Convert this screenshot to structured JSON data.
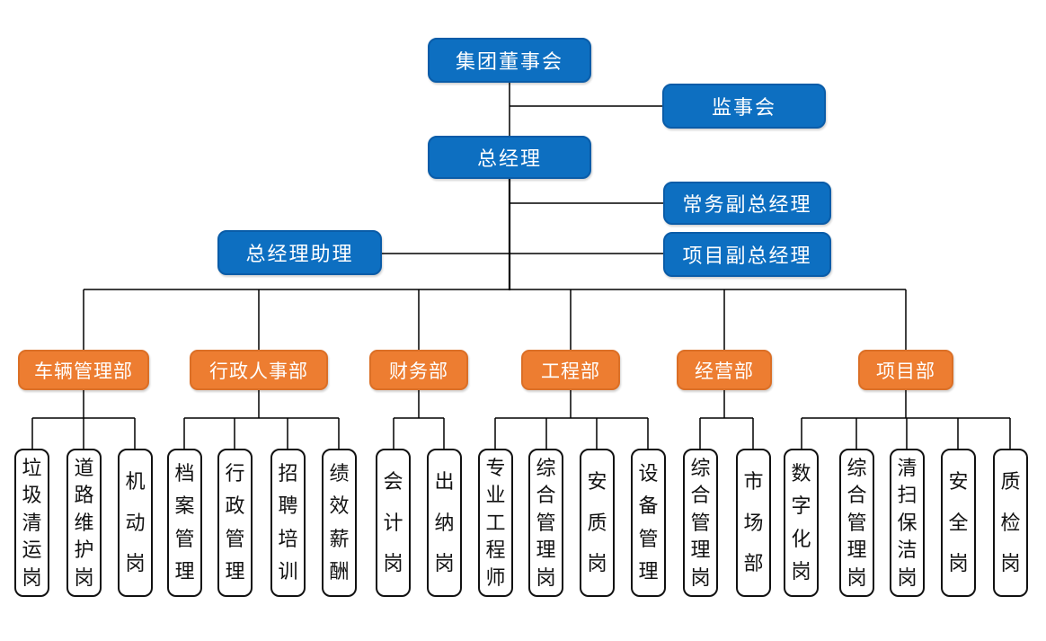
{
  "chart_title": "",
  "colors": {
    "executive_box_fill": "#0d6fc1",
    "executive_box_border": "#0a5ca8",
    "department_box_fill": "#ed7d31",
    "department_box_border": "#db6f26",
    "post_box_fill": "#ffffff",
    "post_box_border": "#111111",
    "connector_line": "#000000",
    "text_on_color": "#ffffff",
    "text_on_white": "#111111"
  },
  "org": {
    "top": {
      "board": {
        "label": "集团董事会"
      },
      "supervisory": {
        "label": "监事会"
      },
      "general_manager": {
        "label": "总经理"
      },
      "executive_deputy_gm": {
        "label": "常务副总经理"
      },
      "gm_assistant": {
        "label": "总经理助理"
      },
      "project_deputy_gm": {
        "label": "项目副总经理"
      }
    },
    "departments": [
      {
        "label": "车辆管理部",
        "children": [
          "垃圾清运岗",
          "道路维护岗",
          "机动岗"
        ]
      },
      {
        "label": "行政人事部",
        "children": [
          "档案管理",
          "行政管理",
          "招聘培训",
          "绩效薪酬"
        ]
      },
      {
        "label": "财务部",
        "children": [
          "会计岗",
          "出纳岗"
        ]
      },
      {
        "label": "工程部",
        "children": [
          "专业工程师",
          "综合管理岗",
          "安质岗",
          "设备管理"
        ]
      },
      {
        "label": "经营部",
        "children": [
          "综合管理岗",
          "市场部"
        ]
      },
      {
        "label": "项目部",
        "children": [
          "数字化岗",
          "综合管理岗",
          "清扫保洁岗",
          "安全岗",
          "质检岗"
        ]
      }
    ]
  }
}
